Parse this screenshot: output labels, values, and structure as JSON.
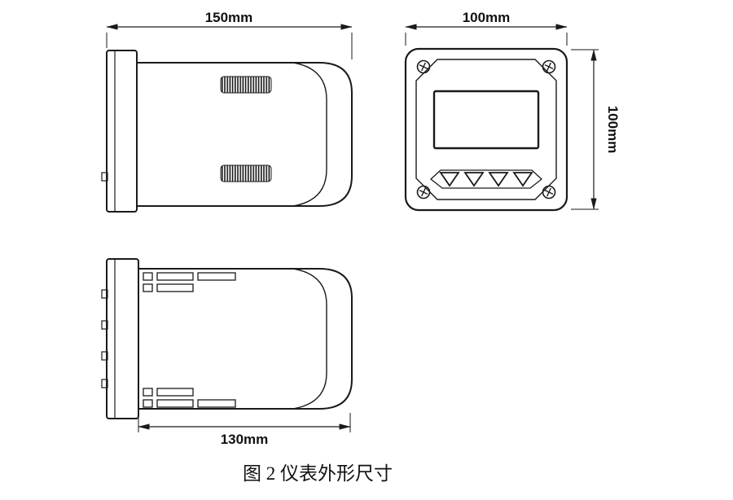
{
  "caption": "图 2 仪表外形尺寸",
  "dimensions": {
    "side_width": "150mm",
    "front_width": "100mm",
    "front_height": "100mm",
    "bottom_width": "130mm"
  },
  "views": {
    "side": "side-view",
    "front": "front-view",
    "bottom": "bottom-view"
  },
  "colors": {
    "line": "#1a1a1a",
    "background": "#ffffff"
  }
}
